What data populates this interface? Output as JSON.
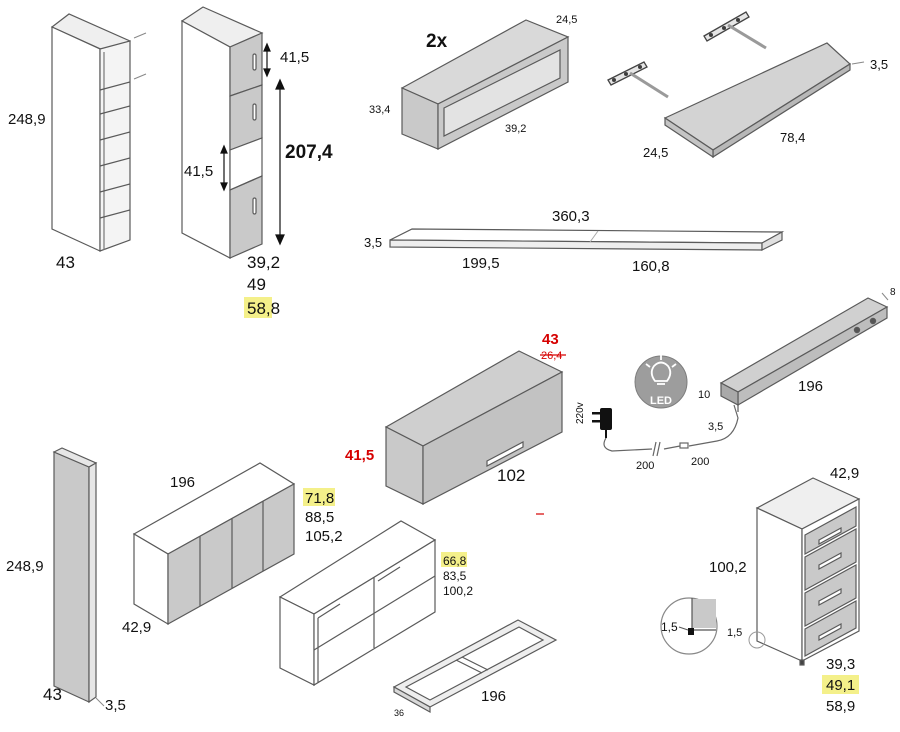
{
  "colors": {
    "panel_fill": "#c9c9c9",
    "panel_dark": "#a9a9a9",
    "carcass_fill": "#e9e9e9",
    "edge": "#5a5a5a",
    "highlight": "#f4f08a",
    "red_text": "#d60000"
  },
  "tall_bookcase": {
    "height": "248,9",
    "width": "43"
  },
  "tall_cabinet": {
    "door_height": "41,5",
    "niche_height": "41,5",
    "total_height": "207,4",
    "widths": [
      "39,2",
      "49",
      "58,8"
    ],
    "highlighted_width": "58,8"
  },
  "wall_box": {
    "quantity": "2x",
    "depth": "24,5",
    "height": "33,4",
    "width": "39,2"
  },
  "shelf_small": {
    "thickness": "3,5",
    "depth": "24,5",
    "width": "78,4"
  },
  "shelf_long": {
    "total": "360,3",
    "thickness": "3,5",
    "part_a": "199,5",
    "part_b": "160,8"
  },
  "wall_unit": {
    "depth_new": "43",
    "depth_old": "26,4",
    "height": "41,5",
    "width": "102"
  },
  "led": {
    "badge": "LED",
    "voltage": "220v",
    "cable_a": "200",
    "cable_b": "200",
    "bar_length": "196",
    "bar_depth": "8",
    "bar_height": "10",
    "bar_thickness": "3,5"
  },
  "side_panel": {
    "height": "248,9",
    "width": "43",
    "thickness": "3,5"
  },
  "sideboard": {
    "width": "196",
    "depth": "42,9",
    "heights": [
      "71,8",
      "88,5",
      "105,2"
    ],
    "highlighted": "71,8"
  },
  "open_unit": {
    "heights": [
      "66,8",
      "83,5",
      "100,2"
    ],
    "highlighted": "66,8"
  },
  "plinth": {
    "length": "196",
    "height": "36"
  },
  "drawer_unit": {
    "depth": "42,9",
    "height": "100,2",
    "foot": "1,5",
    "foot_detail": "1,5",
    "widths": [
      "39,3",
      "49,1",
      "58,9"
    ],
    "highlighted": "49,1"
  }
}
